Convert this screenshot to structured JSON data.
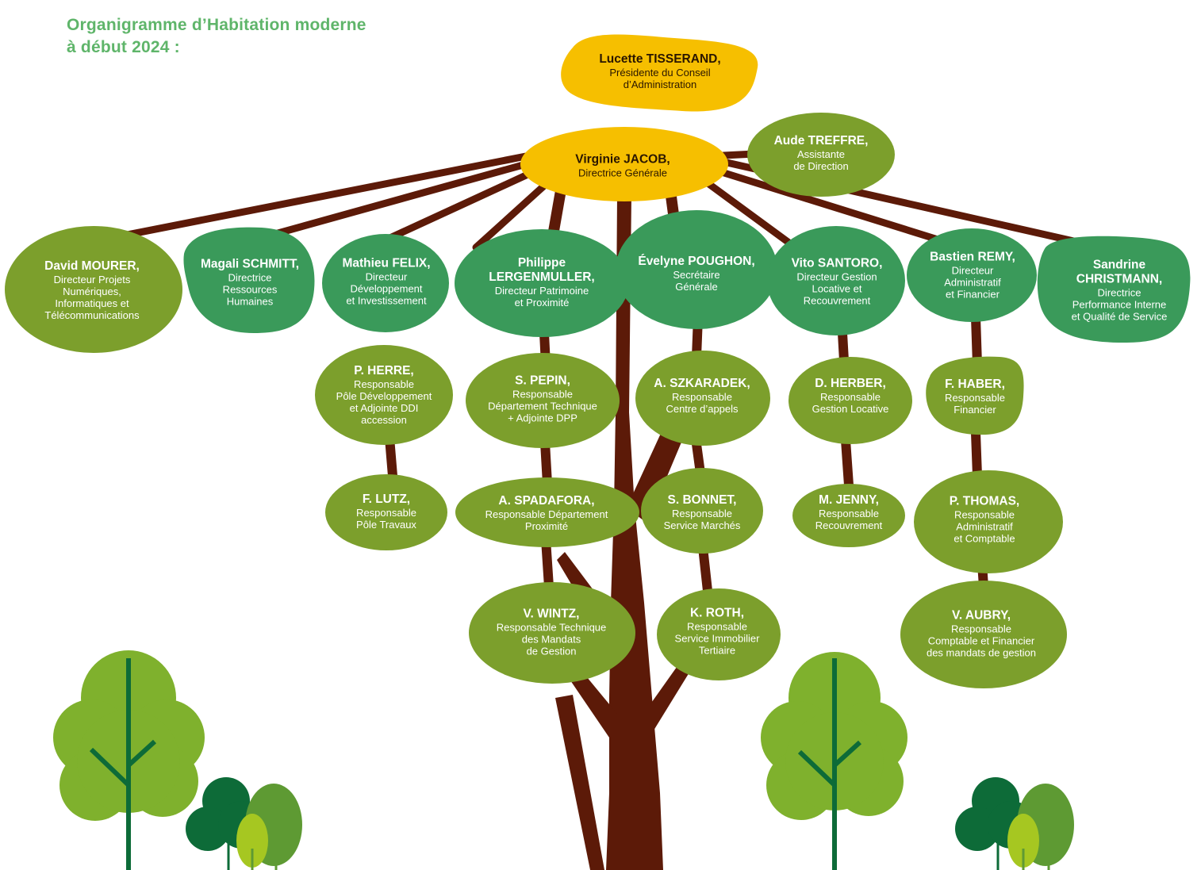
{
  "title": {
    "line1": "Organigramme d’Habitation moderne",
    "line2": "à début 2024 :"
  },
  "colors": {
    "title": "#5fb56a",
    "yellow": "#f6bf00",
    "olive": "#7c9f2c",
    "teal": "#3a9a5a",
    "trunk": "#5c1a08",
    "tree_light": "#7fb12d",
    "tree_dark": "#0d6b38",
    "tree_mid": "#5e9a33",
    "tree_lime": "#a6c721"
  },
  "nodes": {
    "president": {
      "name": "Lucette TISSERAND,",
      "role": [
        "Présidente du Conseil",
        "d’Administration"
      ]
    },
    "dg": {
      "name": "Virginie JACOB,",
      "role": [
        "Directrice Générale"
      ]
    },
    "treffre": {
      "name": "Aude TREFFRE,",
      "role": [
        "Assistante",
        "de Direction"
      ]
    },
    "mourer": {
      "name": "David MOURER,",
      "role": [
        "Directeur Projets",
        "Numériques,",
        "Informatiques et",
        "Télécommunications"
      ]
    },
    "schmitt": {
      "name": "Magali SCHMITT,",
      "role": [
        "Directrice",
        "Ressources",
        "Humaines"
      ]
    },
    "felix": {
      "name": "Mathieu FELIX,",
      "role": [
        "Directeur",
        "Développement",
        "et Investissement"
      ]
    },
    "lergenmuller": {
      "name": "Philippe LERGENMULLER,",
      "name_lines": [
        "Philippe",
        "LERGENMULLER,"
      ],
      "role": [
        "Directeur Patrimoine",
        "et Proximité"
      ]
    },
    "poughon": {
      "name": "Évelyne POUGHON,",
      "role": [
        "Secrétaire",
        "Générale"
      ]
    },
    "santoro": {
      "name": "Vito SANTORO,",
      "role": [
        "Directeur Gestion",
        "Locative et",
        "Recouvrement"
      ]
    },
    "remy": {
      "name": "Bastien REMY,",
      "role": [
        "Directeur",
        "Administratif",
        "et Financier"
      ]
    },
    "christmann": {
      "name": "Sandrine CHRISTMANN,",
      "name_lines": [
        "Sandrine",
        "CHRISTMANN,"
      ],
      "role": [
        "Directrice",
        "Performance Interne",
        "et Qualité de Service"
      ]
    },
    "herre": {
      "name": "P. HERRE,",
      "role": [
        "Responsable",
        "Pôle Développement",
        "et Adjointe DDI",
        "accession"
      ]
    },
    "pepin": {
      "name": "S. PEPIN,",
      "role": [
        "Responsable",
        "Département Technique",
        "+ Adjointe DPP"
      ]
    },
    "szkaradek": {
      "name": "A. SZKARADEK,",
      "role": [
        "Responsable",
        "Centre d’appels"
      ]
    },
    "herber": {
      "name": "D. HERBER,",
      "role": [
        "Responsable",
        "Gestion Locative"
      ]
    },
    "haber": {
      "name": "F. HABER,",
      "role": [
        "Responsable",
        "Financier"
      ]
    },
    "lutz": {
      "name": "F. LUTZ,",
      "role": [
        "Responsable",
        "Pôle Travaux"
      ]
    },
    "spadafora": {
      "name": "A. SPADAFORA,",
      "role": [
        "Responsable Département",
        "Proximité"
      ]
    },
    "bonnet": {
      "name": "S. BONNET,",
      "role": [
        "Responsable",
        "Service Marchés"
      ]
    },
    "jenny": {
      "name": "M. JENNY,",
      "role": [
        "Responsable",
        "Recouvrement"
      ]
    },
    "thomas": {
      "name": "P. THOMAS,",
      "role": [
        "Responsable",
        "Administratif",
        "et Comptable"
      ]
    },
    "wintz": {
      "name": "V. WINTZ,",
      "role": [
        "Responsable Technique",
        "des Mandats",
        "de Gestion"
      ]
    },
    "roth": {
      "name": "K. ROTH,",
      "role": [
        "Responsable",
        "Service Immobilier",
        "Tertiaire"
      ]
    },
    "aubry": {
      "name": "V. AUBRY,",
      "role": [
        "Responsable",
        "Comptable et Financier",
        "des mandats de gestion"
      ]
    }
  }
}
